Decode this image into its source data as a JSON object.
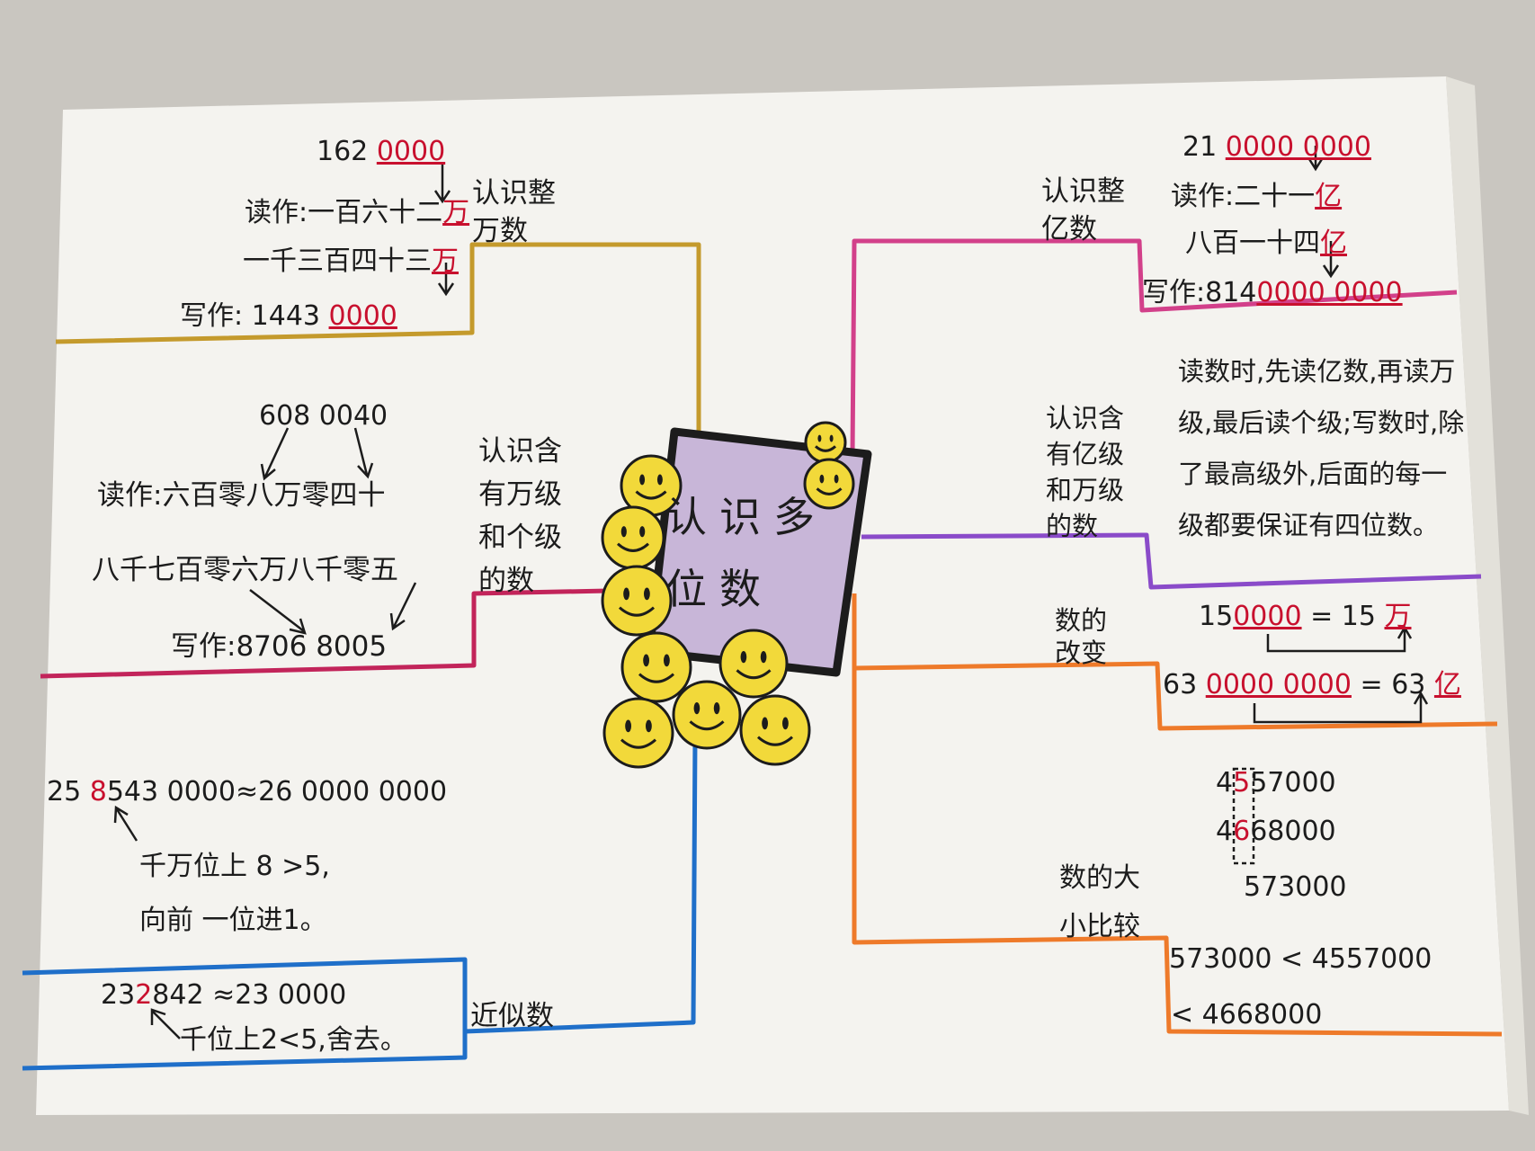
{
  "center": {
    "title": "认识多位数"
  },
  "branches": {
    "wan_whole": {
      "title": "认识整万数",
      "number_top": "162",
      "number_top_zeros": "0000",
      "read_prefix": "读作:一百六十二",
      "read_unit": "万",
      "line2_prefix": "一千三百四十三",
      "line2_unit": "万",
      "write_prefix": "写作: 1443",
      "write_zeros": "0000"
    },
    "wan_ge": {
      "title": "认识含有万级和个级的数",
      "number": "608 0040",
      "read": "读作:六百零八万零四十",
      "line2": "八千七百零六万八千零五",
      "write": "写作:8706 8005"
    },
    "round_up": {
      "expr_a": "25",
      "expr_digit": "8",
      "expr_b": "543 0000≈26 0000 0000",
      "note1": "千万位上 8 >5,",
      "note2": "向前 一位进1。"
    },
    "approx": {
      "title": "近似数",
      "expr_a": "23",
      "expr_digit": "2",
      "expr_b": "842 ≈23 0000",
      "note": "千位上2<5,舍去。"
    },
    "yi_whole": {
      "title": "认识整亿数",
      "number_top": "21",
      "number_top_zeros": "0000 0000",
      "read_prefix": "读作:二十一",
      "read_unit": "亿",
      "line2_prefix": "八百一十四",
      "line2_unit": "亿",
      "write_prefix": "写作:814",
      "write_zeros": "0000 0000"
    },
    "yi_wan": {
      "title": "认识含有亿级和万级的数",
      "paragraph": "读数时,先读亿数,再读万级,最后读个级;写数时,除了最高级外,后面的每一级都要保证有四位数。"
    },
    "change": {
      "title": "数的改变",
      "eq1_a": "15",
      "eq1_zeros": "0000",
      "eq1_b": "= 15",
      "eq1_unit": "万",
      "eq2_a": "63",
      "eq2_zeros": "0000 0000",
      "eq2_b": "= 63",
      "eq2_unit": "亿"
    },
    "compare": {
      "title": "数的大小比较",
      "n1_a": "4",
      "n1_digit": "5",
      "n1_b": "57000",
      "n2_a": "4",
      "n2_digit": "6",
      "n2_b": "68000",
      "n3": "573000",
      "result1": "573000 < 4557000",
      "result2": "< 4668000"
    }
  },
  "colors": {
    "gold": "#c49a2c",
    "crimson": "#c2245a",
    "blue": "#1f6fc9",
    "magenta": "#d2408a",
    "purple": "#8a4bc9",
    "orange": "#ee7a2a",
    "face": "#f2d93a",
    "center_fill": "#c8b6d8"
  }
}
